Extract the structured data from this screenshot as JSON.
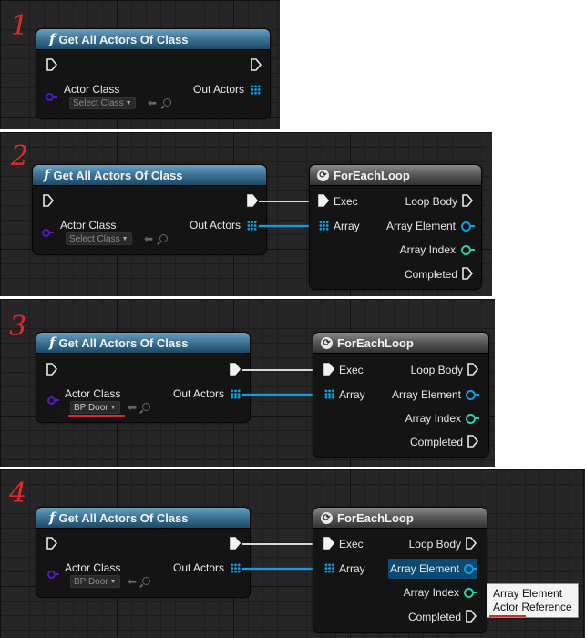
{
  "steps": [
    "1",
    "2",
    "3",
    "4"
  ],
  "get_actors": {
    "title": "Get All Actors Of Class",
    "actor_class_label": "Actor Class",
    "out_actors_label": "Out Actors",
    "select_class_placeholder": "Select Class",
    "selected_class": "BP Door"
  },
  "foreach": {
    "title": "ForEachLoop",
    "exec_label": "Exec",
    "array_label": "Array",
    "loop_body_label": "Loop Body",
    "array_element_label": "Array Element",
    "array_index_label": "Array Index",
    "completed_label": "Completed"
  },
  "tooltip": {
    "line1": "Array Element",
    "line2": "Actor Reference"
  },
  "colors": {
    "class_pin": "#5419c4",
    "array_pin": "#0aa0e6",
    "int_pin": "#2ecfa5",
    "exec_pin": "#e8e8e8",
    "annotation": "#e0282c",
    "func_header": "#3e7599"
  }
}
